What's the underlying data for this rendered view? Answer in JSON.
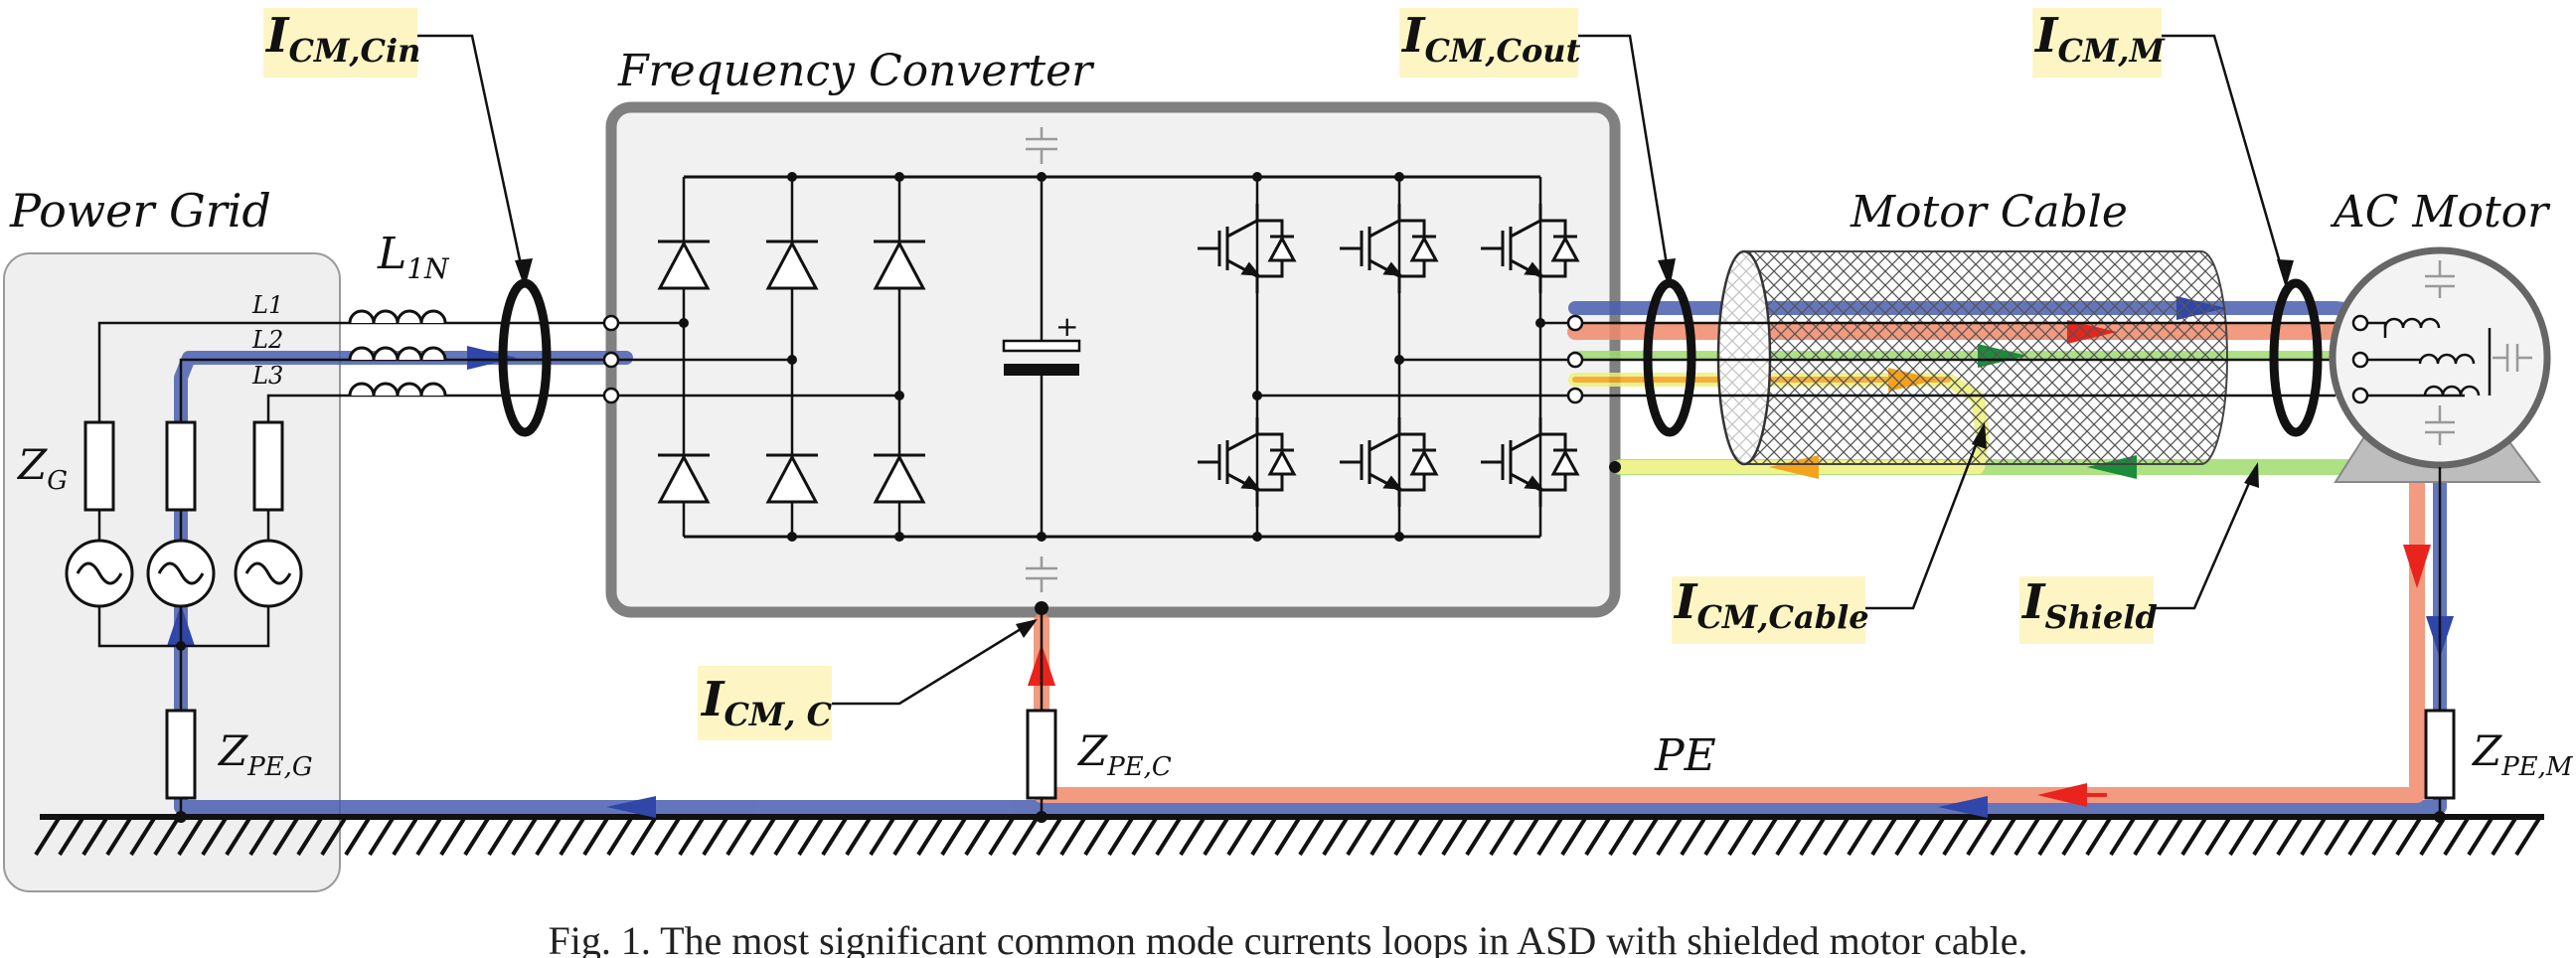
{
  "colors": {
    "label_bg": "#fdf6c4",
    "loop_blue": "#4a5fb0",
    "loop_red": "#e8241c",
    "loop_salmon": "#f08a6a",
    "loop_green": "#1d8c3a",
    "loop_lightgreen": "#9fdc6e",
    "loop_orange": "#f5a21c",
    "loop_yellow": "#eef07a",
    "box_fill": "#efefef",
    "box_border": "#7d7d7d"
  },
  "blocks": {
    "power_grid": "Power Grid",
    "frequency_converter": "Frequency Converter",
    "motor_cable": "Motor Cable",
    "ac_motor": "AC Motor",
    "pe": "PE"
  },
  "phases": [
    "L1",
    "L2",
    "L3"
  ],
  "components": {
    "inductor": {
      "main": "L",
      "sub": "1N"
    },
    "zg": {
      "main": "Z",
      "sub": "G"
    },
    "zpe_g": {
      "main": "Z",
      "sub": "PE,G"
    },
    "zpe_c": {
      "main": "Z",
      "sub": "PE,C"
    },
    "zpe_m": {
      "main": "Z",
      "sub": "PE,M"
    }
  },
  "current_labels": {
    "cm_cin": {
      "main": "I",
      "sub": "CM,Cin"
    },
    "cm_cout": {
      "main": "I",
      "sub": "CM,Cout"
    },
    "cm_m": {
      "main": "I",
      "sub": "CM,M"
    },
    "cm_c": {
      "main": "I",
      "sub": "CM, C"
    },
    "cm_cable": {
      "main": "I",
      "sub": "CM,Cable"
    },
    "shield": {
      "main": "I",
      "sub": "Shield"
    }
  },
  "caption": "Fig. 1. The most significant common mode currents loops in ASD with shielded motor cable."
}
